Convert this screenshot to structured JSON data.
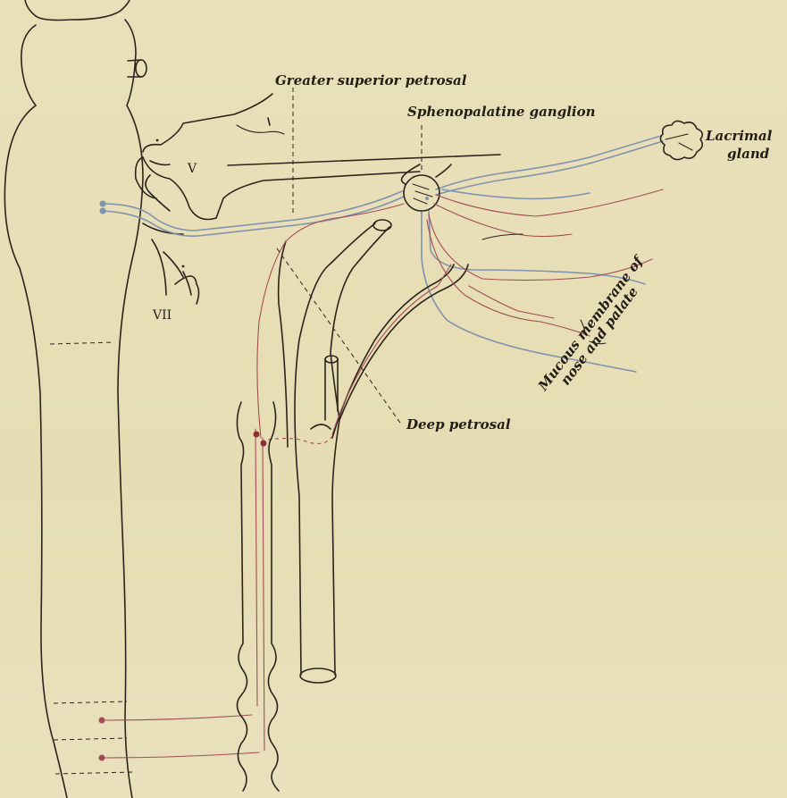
{
  "labels": {
    "greater_superior_petrosal": "Greater superior petrosal",
    "sphenopalatine_ganglion": "Sphenopalatine ganglion",
    "lacrimal": "Lacrimal",
    "gland": "gland",
    "nerve_v": "V",
    "nerve_vii": "VII",
    "mucous_membrane_of": "Mucous membrane of",
    "nose_and_palate": "nose and palate",
    "deep_petrosal": "Deep petrosal"
  },
  "colors": {
    "parasympathetic_fibers": "#7f93ad",
    "sympathetic_fibers": "#a24d55",
    "outline": "#2b241c",
    "paper": "#e8dfb8"
  }
}
